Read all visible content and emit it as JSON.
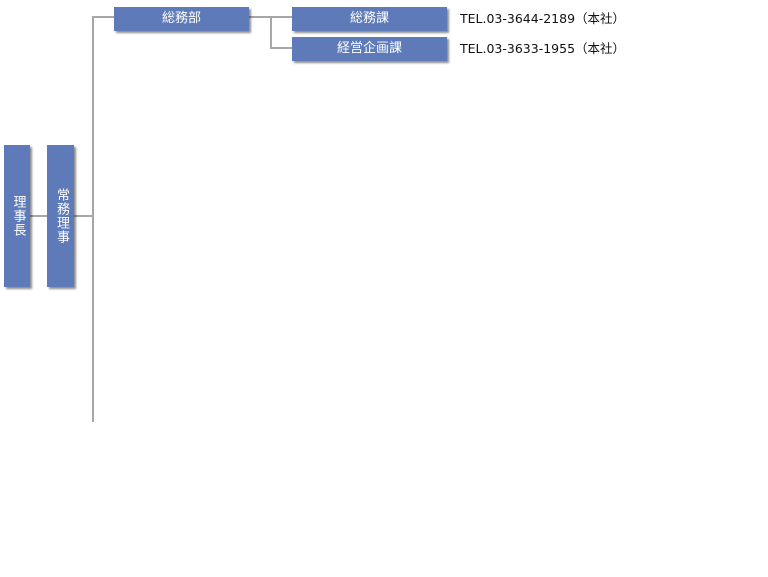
{
  "top": {
    "chairman": "理事長",
    "executive_director": "常務理事"
  },
  "departments": {
    "general_affairs": {
      "label": "総務部",
      "sections": [
        {
          "label": "総務課",
          "info": [
            "TEL.03-3644-2189（本社）"
          ]
        },
        {
          "label": "経営企画課",
          "info": [
            "TEL.03-3633-1955（本社）"
          ]
        }
      ]
    }
  }
}
